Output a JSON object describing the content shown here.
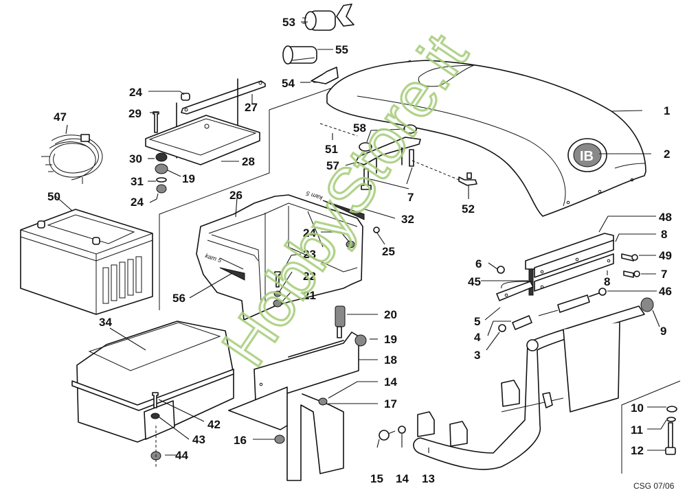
{
  "diagram": {
    "type": "exploded-parts-diagram",
    "subject": "Tractor rear hood, battery box and front bumper assembly",
    "drawing_code": "CSG 07/06",
    "watermark": "HobbyStore.it",
    "decal_texts": {
      "side_decal": "kam 5",
      "mirrored_decal": "kam 5"
    },
    "watermark_color": "#a9cf7e",
    "callouts": [
      {
        "id": "53",
        "part": "ignition-switch"
      },
      {
        "id": "55",
        "part": "connector-cylinder"
      },
      {
        "id": "54",
        "part": "switch-connector"
      },
      {
        "id": "24",
        "part": "nut-top"
      },
      {
        "id": "27",
        "part": "battery-hold-down-bar"
      },
      {
        "id": "29",
        "part": "screw"
      },
      {
        "id": "28",
        "part": "battery-tray"
      },
      {
        "id": "47",
        "part": "wiring-harness"
      },
      {
        "id": "30",
        "part": "rubber-washer"
      },
      {
        "id": "19",
        "part": "grommet"
      },
      {
        "id": "31",
        "part": "washer"
      },
      {
        "id": "24",
        "part": "nut-bottom"
      },
      {
        "id": "50",
        "part": "battery"
      },
      {
        "id": "1",
        "part": "hood"
      },
      {
        "id": "2",
        "part": "logo-badge"
      },
      {
        "id": "58",
        "part": "spacer"
      },
      {
        "id": "51",
        "part": "cable-tie"
      },
      {
        "id": "57",
        "part": "hood-bracket"
      },
      {
        "id": "7",
        "part": "bolt"
      },
      {
        "id": "52",
        "part": "cable-clip"
      },
      {
        "id": "26",
        "part": "dash-housing"
      },
      {
        "id": "32",
        "part": "decal"
      },
      {
        "id": "24",
        "part": "nut-housing"
      },
      {
        "id": "25",
        "part": "screw-housing"
      },
      {
        "id": "23",
        "part": "bolt-housing"
      },
      {
        "id": "22",
        "part": "washer-housing"
      },
      {
        "id": "21",
        "part": "nut-housing"
      },
      {
        "id": "56",
        "part": "decal-side"
      },
      {
        "id": "48",
        "part": "plate-assembly"
      },
      {
        "id": "8",
        "part": "plate-upper"
      },
      {
        "id": "49",
        "part": "screw-plate"
      },
      {
        "id": "6",
        "part": "nut-plate"
      },
      {
        "id": "7",
        "part": "bolt-plate"
      },
      {
        "id": "45",
        "part": "gasket"
      },
      {
        "id": "8",
        "part": "plate-lower"
      },
      {
        "id": "46",
        "part": "pin-bushing"
      },
      {
        "id": "5",
        "part": "link-bracket"
      },
      {
        "id": "9",
        "part": "rubber-cap"
      },
      {
        "id": "4",
        "part": "spacer-tube"
      },
      {
        "id": "3",
        "part": "nut-bumper"
      },
      {
        "id": "34",
        "part": "tool-box"
      },
      {
        "id": "20",
        "part": "knob-screw"
      },
      {
        "id": "19",
        "part": "grommet-bracket"
      },
      {
        "id": "18",
        "part": "bracket-support"
      },
      {
        "id": "14",
        "part": "washer-bracket"
      },
      {
        "id": "17",
        "part": "nut-bracket"
      },
      {
        "id": "42",
        "part": "bolt-box"
      },
      {
        "id": "43",
        "part": "washer-box"
      },
      {
        "id": "44",
        "part": "nut-box"
      },
      {
        "id": "16",
        "part": "nut-mount"
      },
      {
        "id": "10",
        "part": "nut-small"
      },
      {
        "id": "11",
        "part": "washer-small"
      },
      {
        "id": "12",
        "part": "bolt-small"
      },
      {
        "id": "15",
        "part": "bolt-bumper"
      },
      {
        "id": "14",
        "part": "washer-bumper"
      },
      {
        "id": "13",
        "part": "front-bumper"
      }
    ]
  }
}
